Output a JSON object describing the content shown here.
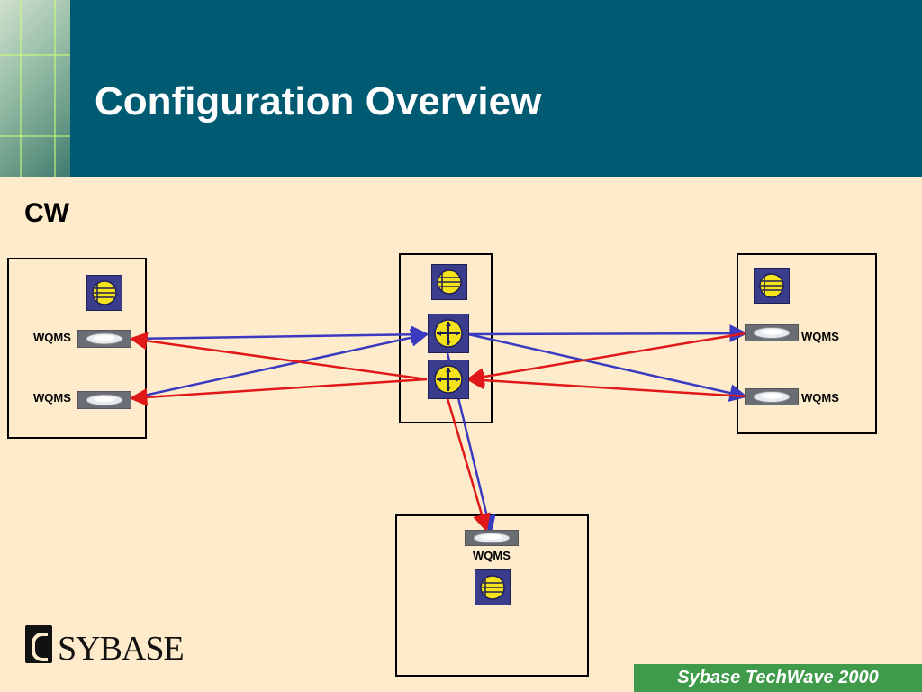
{
  "slide": {
    "title": "Configuration Overview",
    "section_label": "CW",
    "footer_logo_text": "SYBASE",
    "footer_badge": "Sybase TechWave 2000"
  },
  "nodes": {
    "left_queue_1": {
      "label": "WQMS",
      "icon": "queue-disk-icon"
    },
    "left_queue_2": {
      "label": "WQMS",
      "icon": "queue-disk-icon"
    },
    "right_queue_1": {
      "label": "WQMS",
      "icon": "queue-disk-icon"
    },
    "right_queue_2": {
      "label": "WQMS",
      "icon": "queue-disk-icon"
    },
    "bottom_queue": {
      "label": "WQMS",
      "icon": "queue-disk-icon"
    }
  },
  "colors": {
    "header_bg": "#005a72",
    "slide_bg": "#fdebcb",
    "server_icon_bg": "#3a3c8c",
    "server_icon_fg": "#f4e21a",
    "link_blue": "#3a3ac0",
    "link_red": "#e01818",
    "badge_bg": "#3f9a4a"
  }
}
